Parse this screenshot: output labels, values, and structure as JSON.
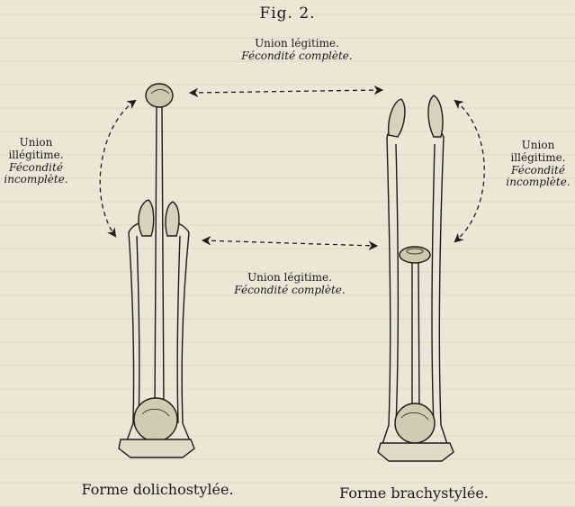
{
  "figure": {
    "title": "Fig. 2.",
    "top_label": {
      "line1": "Union légitime.",
      "line2": "Fécondité complète."
    },
    "middle_label": {
      "line1": "Union légitime.",
      "line2": "Fécondité complète."
    },
    "left_label": {
      "line1": "Union",
      "line2": "illégitime.",
      "line3": "Fécondité",
      "line4": "incomplète."
    },
    "right_label": {
      "line1": "Union",
      "line2": "illégitime.",
      "line3": "Fécondité",
      "line4": "incomplète."
    },
    "caption_left": "Forme dolichostylée.",
    "caption_right": "Forme brachystylée."
  }
}
